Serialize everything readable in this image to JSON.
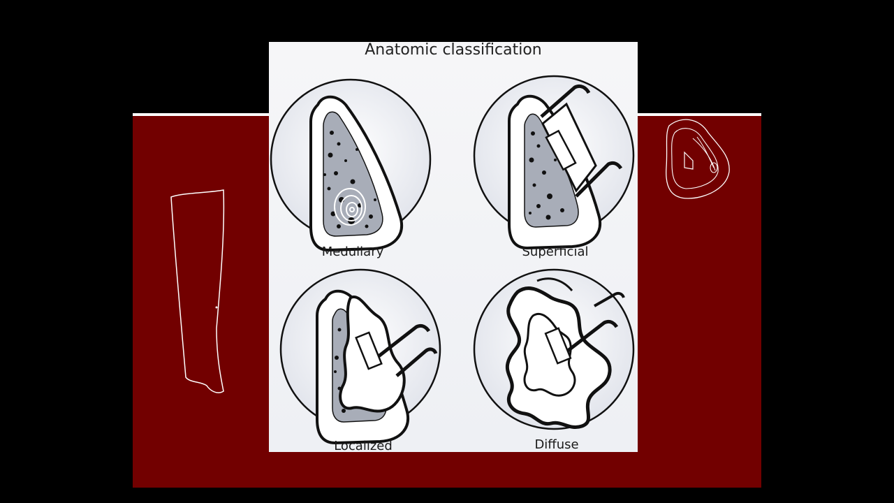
{
  "figure": {
    "title": "Anatomic classification",
    "cells": [
      {
        "label": "Medullary"
      },
      {
        "label": "Superficial"
      },
      {
        "label": "Localized"
      },
      {
        "label": "Diffuse"
      }
    ]
  },
  "colors": {
    "slide_background": "#720000",
    "page_background": "#000000",
    "annotation_stroke": "#ffffff",
    "marrow_fill": "#a8adb8"
  }
}
